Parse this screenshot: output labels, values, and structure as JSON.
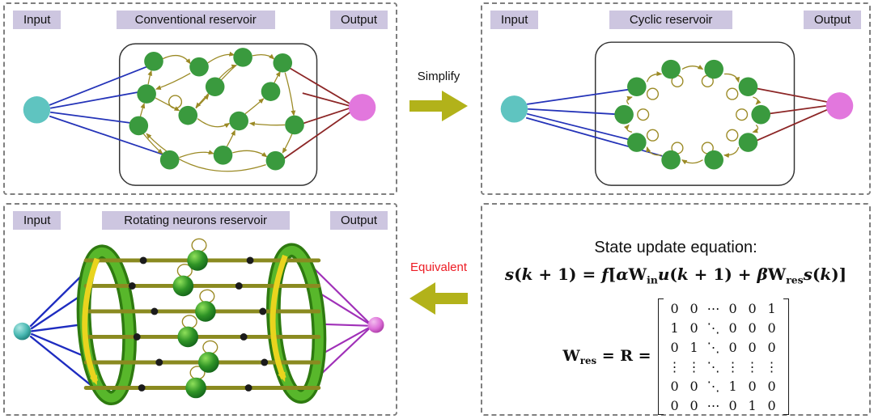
{
  "panels": {
    "conventional": {
      "input_label": "Input",
      "title": "Conventional reservoir",
      "output_label": "Output"
    },
    "cyclic": {
      "input_label": "Input",
      "title": "Cyclic reservoir",
      "output_label": "Output"
    },
    "rotating": {
      "input_label": "Input",
      "title": "Rotating neurons reservoir",
      "output_label": "Output"
    },
    "equation": {
      "title": "State update equation:",
      "equation_segments": [
        {
          "t": "s",
          "s": "bi"
        },
        {
          "t": "(",
          "s": "b"
        },
        {
          "t": "k",
          "s": "bi"
        },
        {
          "t": " + 1) = ",
          "s": "b"
        },
        {
          "t": "f",
          "s": "bi"
        },
        {
          "t": "[",
          "s": "b"
        },
        {
          "t": "α",
          "s": "bi"
        },
        {
          "t": "W",
          "s": "b"
        },
        {
          "t": "in",
          "s": "bsub"
        },
        {
          "t": "u",
          "s": "bi"
        },
        {
          "t": "(",
          "s": "b"
        },
        {
          "t": "k",
          "s": "bi"
        },
        {
          "t": " + 1) + ",
          "s": "b"
        },
        {
          "t": "β",
          "s": "bi"
        },
        {
          "t": "W",
          "s": "b"
        },
        {
          "t": "res",
          "s": "bsub"
        },
        {
          "t": "s",
          "s": "bi"
        },
        {
          "t": "(",
          "s": "b"
        },
        {
          "t": "k",
          "s": "bi"
        },
        {
          "t": ")]",
          "s": "b"
        }
      ],
      "matrix_lhs_segments": [
        {
          "t": "W",
          "s": "b"
        },
        {
          "t": "res",
          "s": "bsub"
        },
        {
          "t": " = ",
          "s": "b"
        },
        {
          "t": "R",
          "s": "b"
        },
        {
          "t": " = ",
          "s": "b"
        }
      ],
      "matrix_rows": [
        [
          "0",
          "0",
          "⋯",
          "0",
          "0",
          "1"
        ],
        [
          "1",
          "0",
          "⋱",
          "0",
          "0",
          "0"
        ],
        [
          "0",
          "1",
          "⋱",
          "0",
          "0",
          "0"
        ],
        [
          "⋮",
          "⋮",
          "⋱",
          "⋮",
          "⋮",
          "⋮"
        ],
        [
          "0",
          "0",
          "⋱",
          "1",
          "0",
          "0"
        ],
        [
          "0",
          "0",
          "⋯",
          "0",
          "1",
          "0"
        ]
      ]
    }
  },
  "connectors": {
    "simplify_label": "Simplify",
    "equivalent_label": "Equivalent"
  },
  "colors": {
    "label_box": "#cdc6e0",
    "input_node": "#5fc4c0",
    "output_node": "#e277dd",
    "reservoir_node": "#3a9a3e",
    "input_link": "#2433b8",
    "output_link": "#8c2626",
    "reservoir_link": "#9b8a25",
    "block_arrow": "#b2b21a",
    "equivalent_text": "#ed1c24",
    "ring_dark": "#2e7a10",
    "ring_light": "#58b72b",
    "rod": "#8a8a20",
    "rotation_arrow": "#e9d41e"
  }
}
